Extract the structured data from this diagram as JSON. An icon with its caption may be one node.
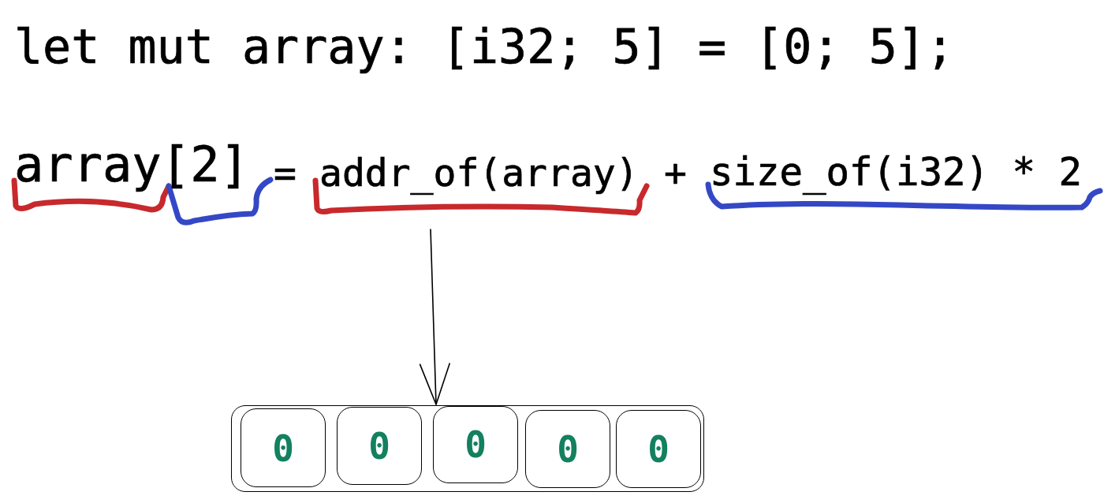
{
  "diagram": {
    "nodes": [
      {
        "text": [
          "addr_of(array)"
        ]
      },
      {
        "text": [],
        "shape": "box"
      },
      {
        "text": [
          "0"
        ],
        "in": 1
      },
      {
        "text": [
          "0"
        ],
        "in": 1
      },
      {
        "text": [
          "0"
        ],
        "in": 1
      },
      {
        "text": [
          "0"
        ],
        "in": 1
      },
      {
        "text": [
          "0"
        ],
        "in": 1
      }
    ],
    "edges": [
      {
        "from": 0,
        "to": 1,
        "arrow": "to"
      }
    ],
    "labels": [
      "let mut array: [i32; 5] = [0; 5];",
      "array",
      "[2]",
      "=",
      "+",
      "size_of(i32) * 2"
    ]
  }
}
